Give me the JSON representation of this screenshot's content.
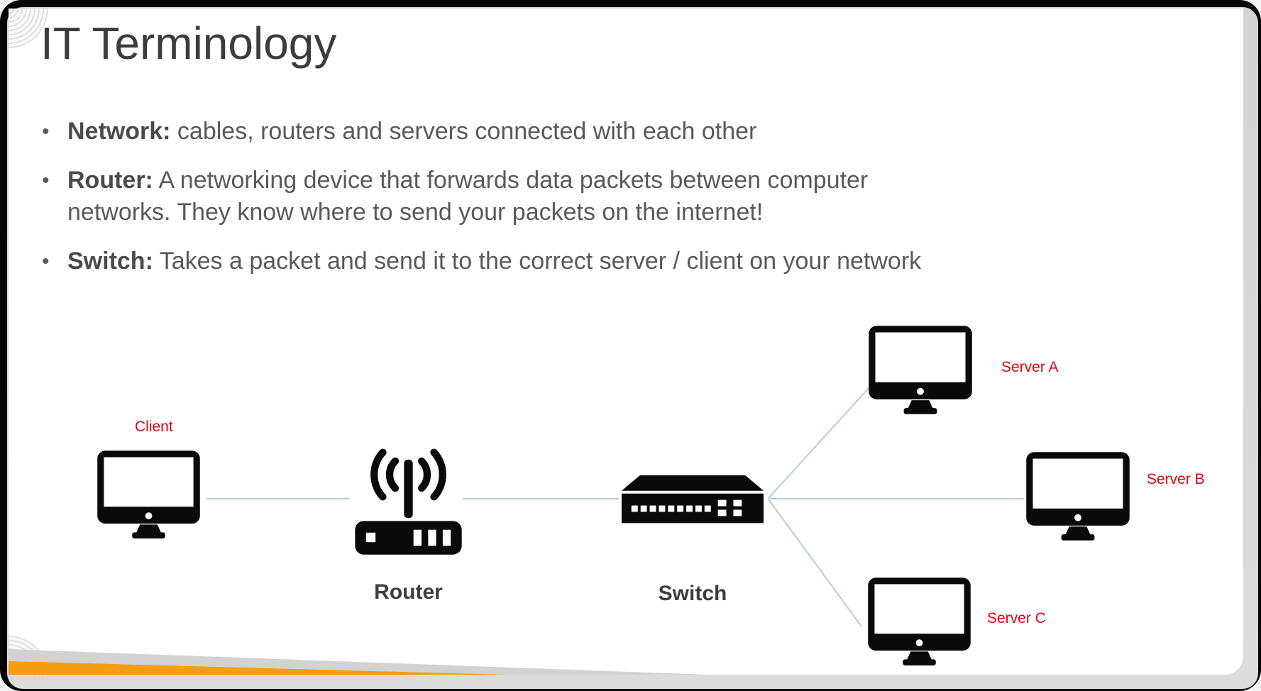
{
  "slide": {
    "title": "IT Terminology",
    "bullets": [
      {
        "term": "Network:",
        "desc": " cables, routers and servers connected with each other"
      },
      {
        "term": "Router:",
        "desc": " A networking device that forwards data packets between computer\nnetworks. They know where to send your packets on the internet!"
      },
      {
        "term": "Switch:",
        "desc": " Takes a packet and send it to the correct server / client on your network"
      }
    ]
  },
  "diagram": {
    "nodes": {
      "client": {
        "label": "Client",
        "type": "computer"
      },
      "router": {
        "label": "Router",
        "type": "router"
      },
      "switch": {
        "label": "Switch",
        "type": "switch"
      },
      "server_a": {
        "label": "Server A",
        "type": "computer"
      },
      "server_b": {
        "label": "Server B",
        "type": "computer"
      },
      "server_c": {
        "label": "Server C",
        "type": "computer"
      }
    },
    "connections": [
      {
        "from": "client",
        "to": "router"
      },
      {
        "from": "router",
        "to": "switch"
      },
      {
        "from": "switch",
        "to": "server_a"
      },
      {
        "from": "switch",
        "to": "server_b"
      },
      {
        "from": "switch",
        "to": "server_c"
      }
    ]
  },
  "colors": {
    "title_text": "#3C3C3E",
    "body_text": "#59595B",
    "term_text": "#4A4A4C",
    "device_label": "#3D3D3F",
    "red_label": "#E3000E",
    "connection_line": "#B9CBDC",
    "accent_orange": "#F59D13",
    "accent_gray": "#D2D2D2"
  }
}
